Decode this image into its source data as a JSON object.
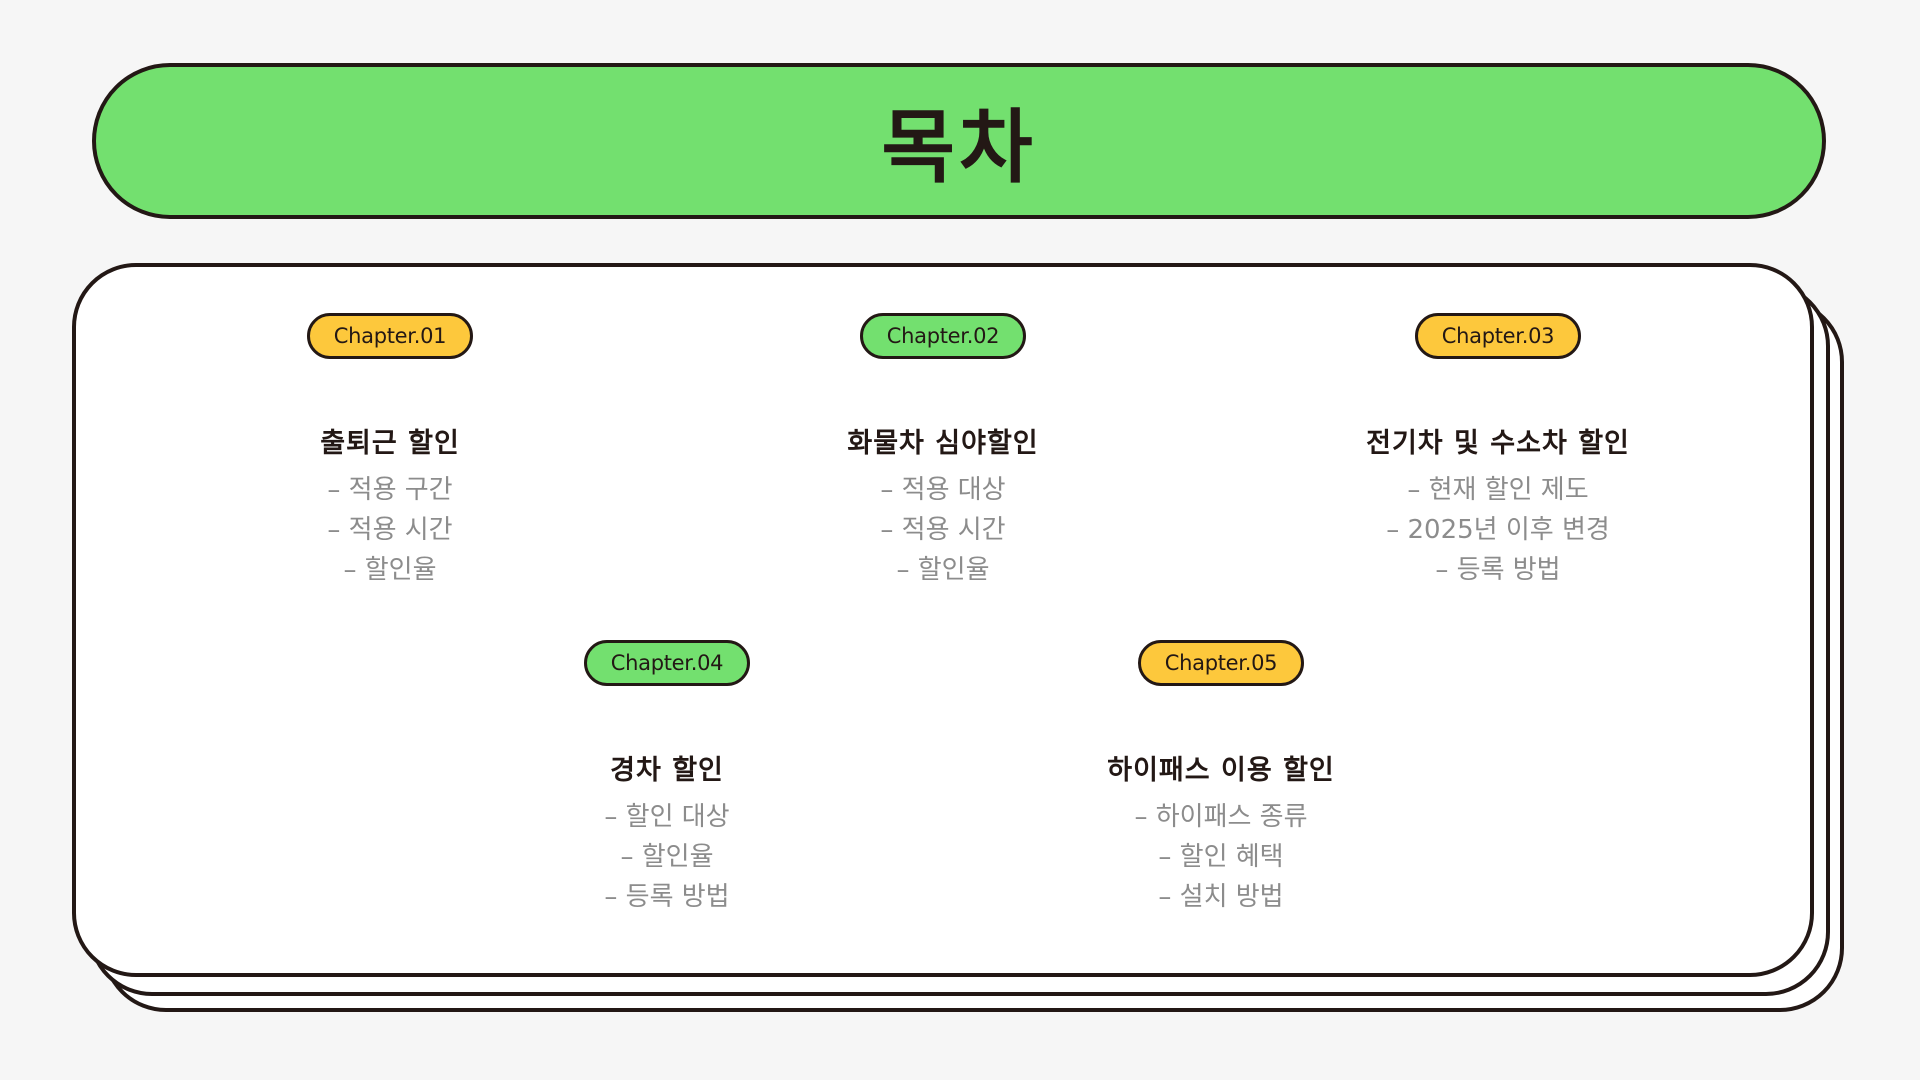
{
  "title": "목차",
  "chapters": [
    {
      "badge": "Chapter.01",
      "color": "#fdc83c",
      "title": "출퇴근 할인",
      "items": [
        "– 적용 구간",
        "– 적용 시간",
        "– 할인율"
      ]
    },
    {
      "badge": "Chapter.02",
      "color": "#73e06f",
      "title": "화물차 심야할인",
      "items": [
        "– 적용 대상",
        "– 적용 시간",
        "– 할인율"
      ]
    },
    {
      "badge": "Chapter.03",
      "color": "#fdc83c",
      "title": "전기차 및 수소차 할인",
      "items": [
        "– 현재 할인 제도",
        "– 2025년 이후 변경",
        "– 등록 방법"
      ]
    },
    {
      "badge": "Chapter.04",
      "color": "#73e06f",
      "title": "경차 할인",
      "items": [
        "– 할인 대상",
        "– 할인율",
        "– 등록 방법"
      ]
    },
    {
      "badge": "Chapter.05",
      "color": "#fdc83c",
      "title": "하이패스 이용 할인",
      "items": [
        "– 하이패스 종류",
        "– 할인 혜택",
        "– 설치 방법"
      ]
    }
  ]
}
